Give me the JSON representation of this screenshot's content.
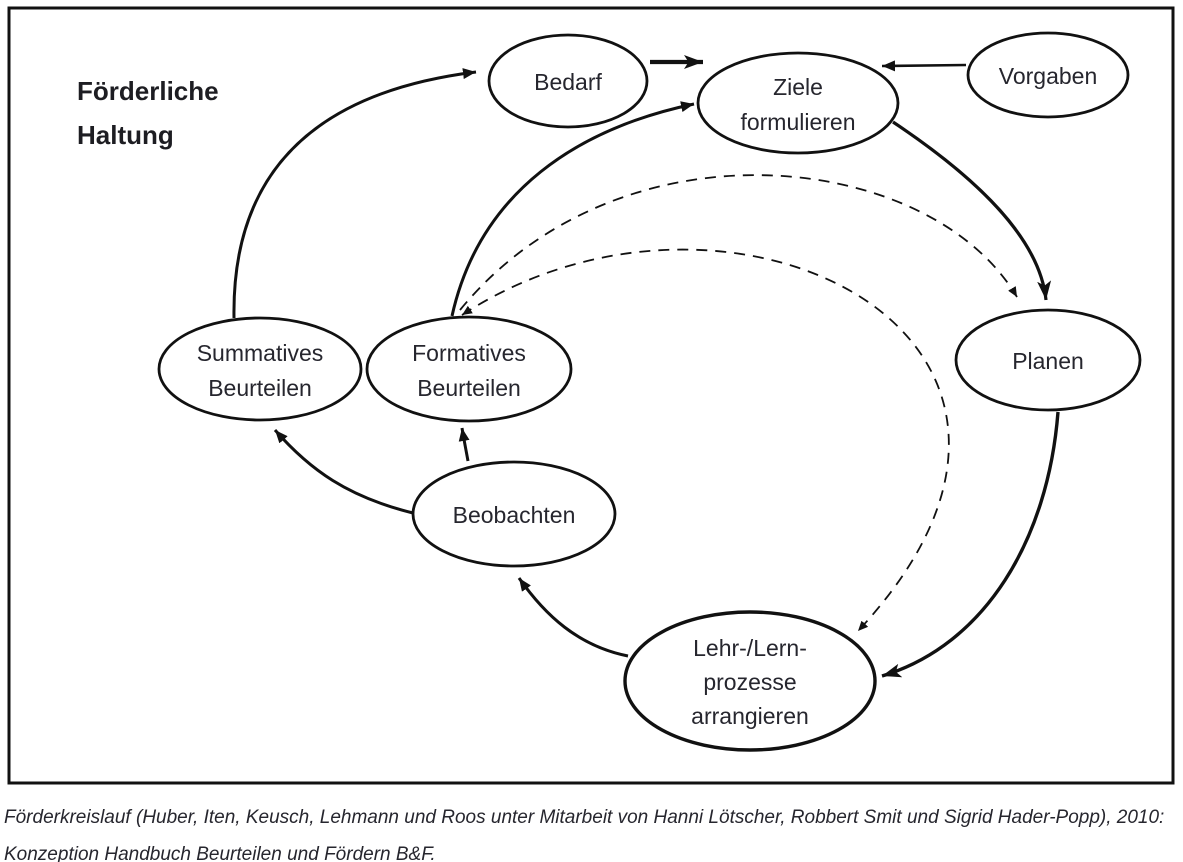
{
  "figure": {
    "kind": "cycle-diagram",
    "frame_label": {
      "line1": "Förderliche",
      "line2": "Haltung"
    }
  },
  "nodes": [
    {
      "id": "bedarf",
      "label_lines": [
        "Bedarf"
      ]
    },
    {
      "id": "ziele-formulieren",
      "label_lines": [
        "Ziele",
        "formulieren"
      ]
    },
    {
      "id": "vorgaben",
      "label_lines": [
        "Vorgaben"
      ]
    },
    {
      "id": "summatives-beurteilen",
      "label_lines": [
        "Summatives",
        "Beurteilen"
      ]
    },
    {
      "id": "formatives-beurteilen",
      "label_lines": [
        "Formatives",
        "Beurteilen"
      ]
    },
    {
      "id": "planen",
      "label_lines": [
        "Planen"
      ]
    },
    {
      "id": "beobachten",
      "label_lines": [
        "Beobachten"
      ]
    },
    {
      "id": "lehr-lern-prozesse-arrangieren",
      "label_lines": [
        "Lehr-/Lern-",
        "prozesse",
        "arrangieren"
      ]
    }
  ],
  "edges": [
    {
      "from": "summatives-beurteilen",
      "to": "bedarf",
      "style": "solid"
    },
    {
      "from": "bedarf",
      "to": "ziele-formulieren",
      "style": "solid-thick"
    },
    {
      "from": "vorgaben",
      "to": "ziele-formulieren",
      "style": "solid"
    },
    {
      "from": "formatives-beurteilen",
      "to": "ziele-formulieren",
      "style": "solid"
    },
    {
      "from": "ziele-formulieren",
      "to": "planen",
      "style": "solid"
    },
    {
      "from": "planen",
      "to": "lehr-lern-prozesse-arrangieren",
      "style": "solid"
    },
    {
      "from": "lehr-lern-prozesse-arrangieren",
      "to": "beobachten",
      "style": "solid"
    },
    {
      "from": "beobachten",
      "to": "formatives-beurteilen",
      "style": "solid"
    },
    {
      "from": "beobachten",
      "to": "summatives-beurteilen",
      "style": "solid"
    },
    {
      "from": "formatives-beurteilen",
      "to": "planen",
      "style": "dashed"
    },
    {
      "from": "formatives-beurteilen",
      "to": "lehr-lern-prozesse-arrangieren",
      "style": "dashed",
      "bidirectional": true
    }
  ],
  "caption": {
    "line1": "Förderkreislauf (Huber, Iten, Keusch, Lehmann und Roos unter Mitarbeit von Hanni Lötscher, Robbert Smit und Sigrid Hader-Popp), 2010:",
    "line2": "Konzeption Handbuch Beurteilen und Fördern B&F."
  },
  "colors": {
    "stroke": "#111111",
    "text": "#26262e",
    "background": "#ffffff"
  }
}
